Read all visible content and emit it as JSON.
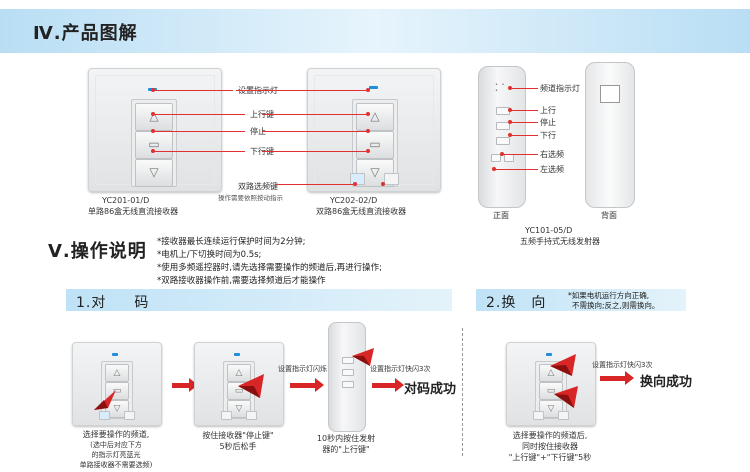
{
  "section4": {
    "title": "Ⅳ.产品图解"
  },
  "product1": {
    "labels": {
      "led": "设置指示灯",
      "up": "上行键",
      "stop": "停止",
      "down": "下行键",
      "dual": "双路选频键",
      "dual_note": "操作需要依照按动指示"
    },
    "caption_model": "YC201-01/D",
    "caption_desc": "单路86盒无线直流接收器"
  },
  "product2": {
    "caption_model": "YC202-02/D",
    "caption_desc": "双路86盒无线直流接收器"
  },
  "remote": {
    "labels": {
      "channel": "频道指示灯",
      "up": "上行",
      "stop": "停止",
      "down": "下行",
      "right": "右选频",
      "left": "左选频"
    },
    "front": "正面",
    "back": "背面",
    "caption_model": "YC101-05/D",
    "caption_desc": "五频手持式无线发射器"
  },
  "section5": {
    "title": "Ⅴ.操作说明",
    "notes": [
      "*接收器最长连续运行保护时间为2分钟;",
      "*电机上/下切换时间为0.5s;",
      "*使用多频遥控器时,请先选择需要操作的频道后,再进行操作;",
      "*双路接收器操作前,需要选择频道后才能操作"
    ]
  },
  "step1": {
    "num": "1.对",
    "word": "码",
    "cap1": [
      "选择要操作的频道,",
      "(选中后对应下方",
      "的指示灯亮蓝光",
      "单路接收器不需要选频)"
    ],
    "cap2": [
      "按住接收器\"停止键\"",
      "5秒后松手"
    ],
    "lbl_flash": "设置指示灯闪烁",
    "cap3": [
      "10秒内按住发射",
      "器的\"上行键\""
    ],
    "lbl_flash3": "设置指示灯快闪3次",
    "result": "对码成功"
  },
  "step2": {
    "title": "2.换　向",
    "note": [
      "*如果电机运行方向正确,",
      "不需换向;反之,则需换向。"
    ],
    "cap": [
      "选择要操作的频道后,",
      "同时按住接收器",
      "\"上行键\"+\"下行键\"5秒"
    ],
    "lbl_flash3": "设置指示灯快闪3次",
    "result": "换向成功"
  }
}
